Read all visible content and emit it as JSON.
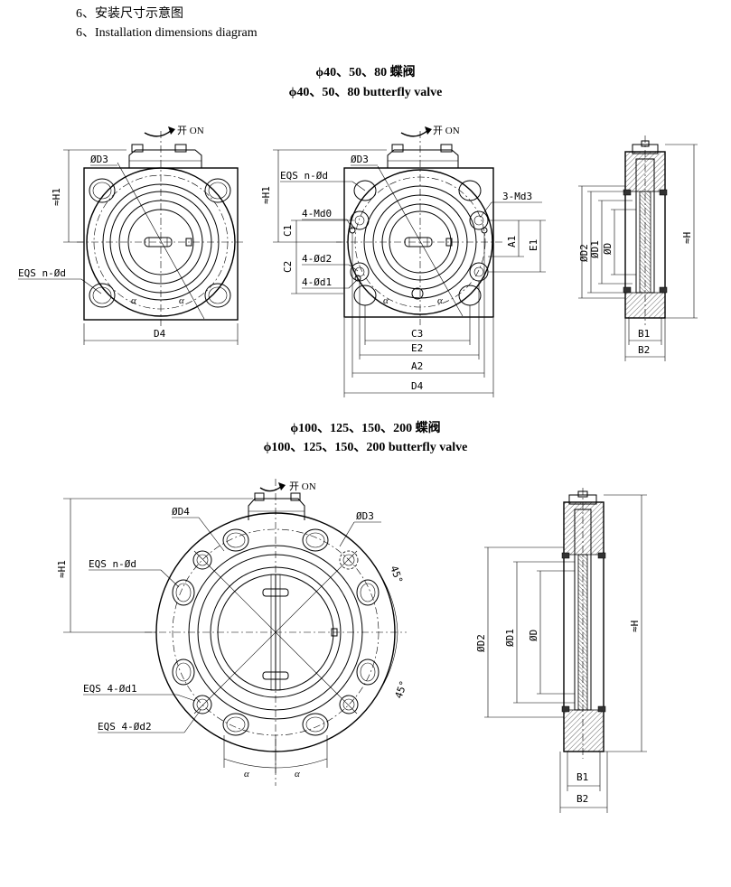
{
  "header": {
    "line_cn": "6、安装尺寸示意图",
    "line_en": "6、Installation dimensions diagram"
  },
  "section_small": {
    "title_cn": "ϕ40、50、80 蝶阀",
    "title_en": "ϕ40、50、80 butterfly valve",
    "front": {
      "open_label": "开 ON",
      "labels": {
        "d3": "ØD3",
        "h1": "≈H1",
        "eqs_n_d": "EQS n-Ød",
        "d4": "D4",
        "alpha": "α"
      }
    },
    "mid": {
      "open_label": "开 ON",
      "labels": {
        "d3": "ØD3",
        "h1": "≈H1",
        "eqs_n_d": "EQS n-Ød",
        "md0": "4-Md0",
        "c1": "C1",
        "c2": "C2",
        "d2": "4-Ød2",
        "d1": "4-Ød1",
        "md3": "3-Md3",
        "a1": "A1",
        "e1": "E1",
        "c3": "C3",
        "e2": "E2",
        "a2": "A2",
        "d4": "D4",
        "alpha": "α"
      }
    },
    "side": {
      "labels": {
        "d2": "ØD2",
        "d1": "ØD1",
        "d": "ØD",
        "h": "≈H",
        "b1": "B1",
        "b2": "B2"
      }
    }
  },
  "section_large": {
    "title_cn": "ϕ100、125、150、200 蝶阀",
    "title_en": "ϕ100、125、150、200 butterfly valve",
    "front": {
      "open_label": "开 ON",
      "labels": {
        "d4": "ØD4",
        "d3": "ØD3",
        "h1": "≈H1",
        "eqs_n_d": "EQS n-Ød",
        "angle1": "45°",
        "angle2": "45°",
        "eqs_d1": "EQS 4-Ød1",
        "eqs_d2": "EQS 4-Ød2",
        "alpha": "α"
      }
    },
    "side": {
      "labels": {
        "d2": "ØD2",
        "d1": "ØD1",
        "d": "ØD",
        "h": "≈H",
        "b1": "B1",
        "b2": "B2"
      }
    }
  }
}
